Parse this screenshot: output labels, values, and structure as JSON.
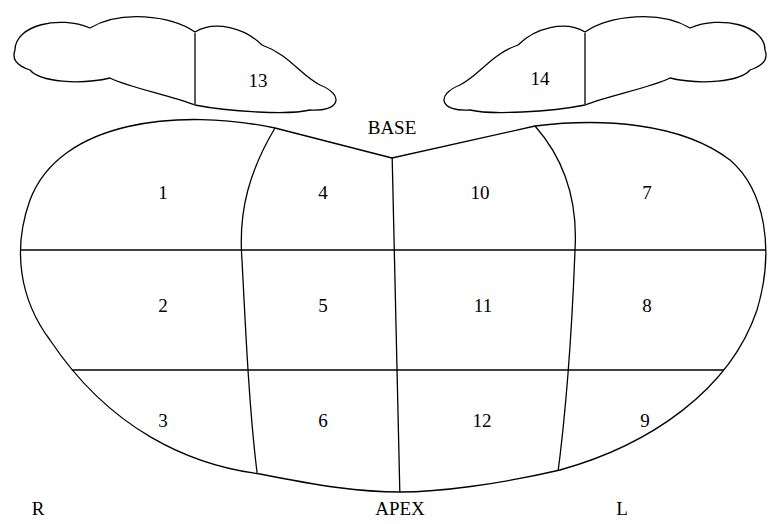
{
  "diagram": {
    "labels": [
      "13",
      "14",
      "BASE",
      "1",
      "4",
      "10",
      "7",
      "2",
      "5",
      "11",
      "8",
      "3",
      "6",
      "12",
      "9",
      "R",
      "APEX",
      "L"
    ]
  }
}
